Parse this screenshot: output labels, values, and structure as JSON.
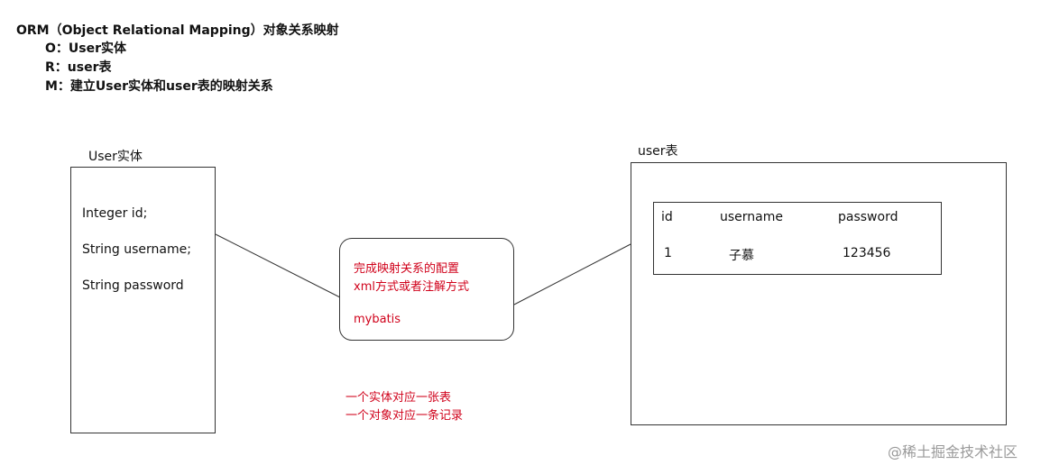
{
  "header": {
    "title": "ORM（Object Relational Mapping）对象关系映射",
    "lines": [
      "O：User实体",
      "R：user表",
      "M：建立User实体和user表的映射关系"
    ]
  },
  "entity": {
    "title": "User实体",
    "fields": [
      "Integer id;",
      "String username;",
      "String password"
    ]
  },
  "mapping": {
    "lines": [
      "完成映射关系的配置",
      "xml方式或者注解方式",
      "mybatis"
    ]
  },
  "table": {
    "title": "user表",
    "columns": [
      "id",
      "username",
      "password"
    ],
    "rows": [
      [
        "1",
        "子慕",
        "123456"
      ]
    ]
  },
  "note": {
    "lines": [
      "一个实体对应一张表",
      "一个对象对应一条记录"
    ]
  },
  "watermark": "@稀土掘金技术社区",
  "colors": {
    "accent_red": "#d0021b",
    "border": "#333333",
    "watermark": "#9a9a9a"
  }
}
